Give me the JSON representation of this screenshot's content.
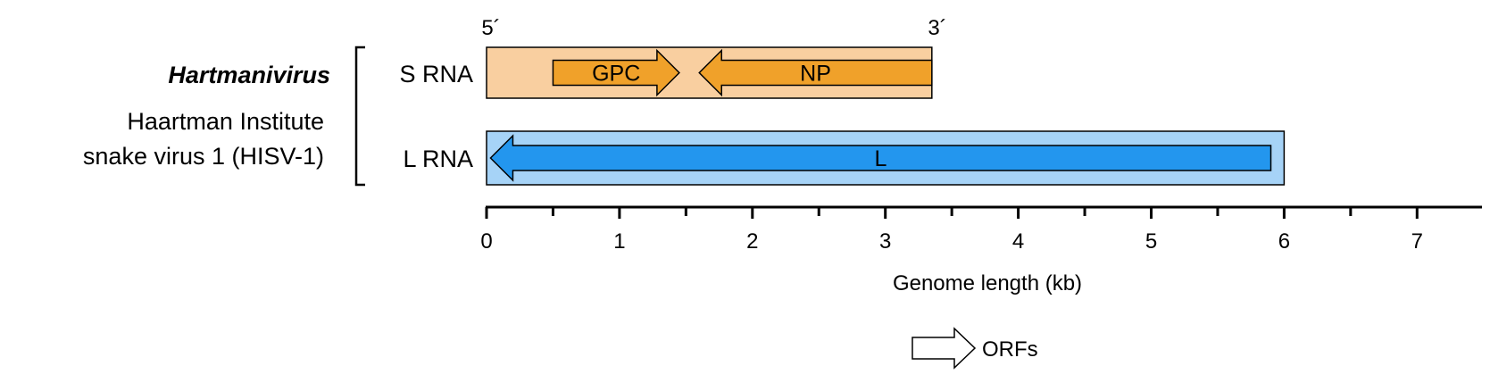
{
  "genus": "Hartmanivirus",
  "virus_name_lines": [
    "Haartman Institute",
    "snake virus 1 (HISV-1)"
  ],
  "end_labels": {
    "five_prime": "5´",
    "three_prime": "3´"
  },
  "axis": {
    "label": "Genome length (kb)",
    "min": 0,
    "max": 7,
    "ticks": [
      "0",
      "1",
      "2",
      "3",
      "4",
      "5",
      "6",
      "7"
    ],
    "minor_step": 0.5
  },
  "segments": [
    {
      "name": "S RNA",
      "length_kb": 3.35,
      "fill": "#F9CFA0",
      "orf_color": "#F0A12A",
      "orfs": [
        {
          "name": "GPC",
          "start_kb": 0.5,
          "end_kb": 1.45,
          "direction": "forward"
        },
        {
          "name": "NP",
          "start_kb": 1.6,
          "end_kb": 3.35,
          "direction": "reverse"
        }
      ]
    },
    {
      "name": "L RNA",
      "length_kb": 6.0,
      "fill": "#A6D3F7",
      "orf_color": "#2396EE",
      "orfs": [
        {
          "name": "L",
          "start_kb": 0.03,
          "end_kb": 5.9,
          "direction": "reverse"
        }
      ]
    }
  ],
  "legend": {
    "label": "ORFs"
  }
}
